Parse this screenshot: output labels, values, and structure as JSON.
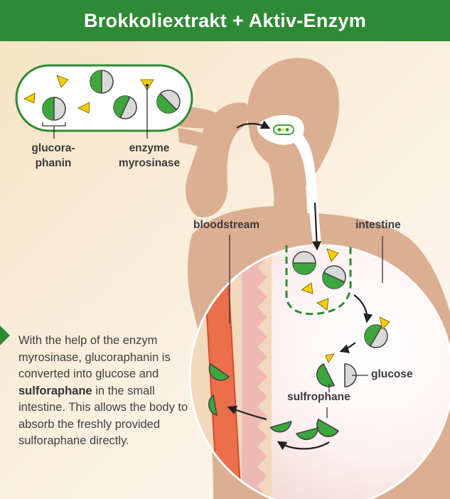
{
  "header": {
    "title": "Brokkoliextrakt + Aktiv-Enzym"
  },
  "labels": {
    "glucoraphanin_line1": "glucora-",
    "glucoraphanin_line2": "phanin",
    "enzyme_line1": "enzyme",
    "enzyme_line2": "myrosinase",
    "bloodstream": "bloodstream",
    "intestine": "intestine",
    "glucose": "glucose",
    "sulfrophane": "sulfrophane"
  },
  "description": {
    "part1": "With the help of the enzym myrosinase, glucoraphanin is converted into glucose and ",
    "bold": "sulforaphane",
    "part2": " in the small intestine. This allows the body to absorb the freshly provided sulforaphane directly."
  },
  "colors": {
    "header_green": "#2f8a35",
    "molecule_green": "#3da63c",
    "molecule_grey": "#d9d9d9",
    "enzyme_yellow": "#f2cd00",
    "body_silhouette": "#dcae92",
    "bloodstream_red": "#ec6f4c"
  }
}
